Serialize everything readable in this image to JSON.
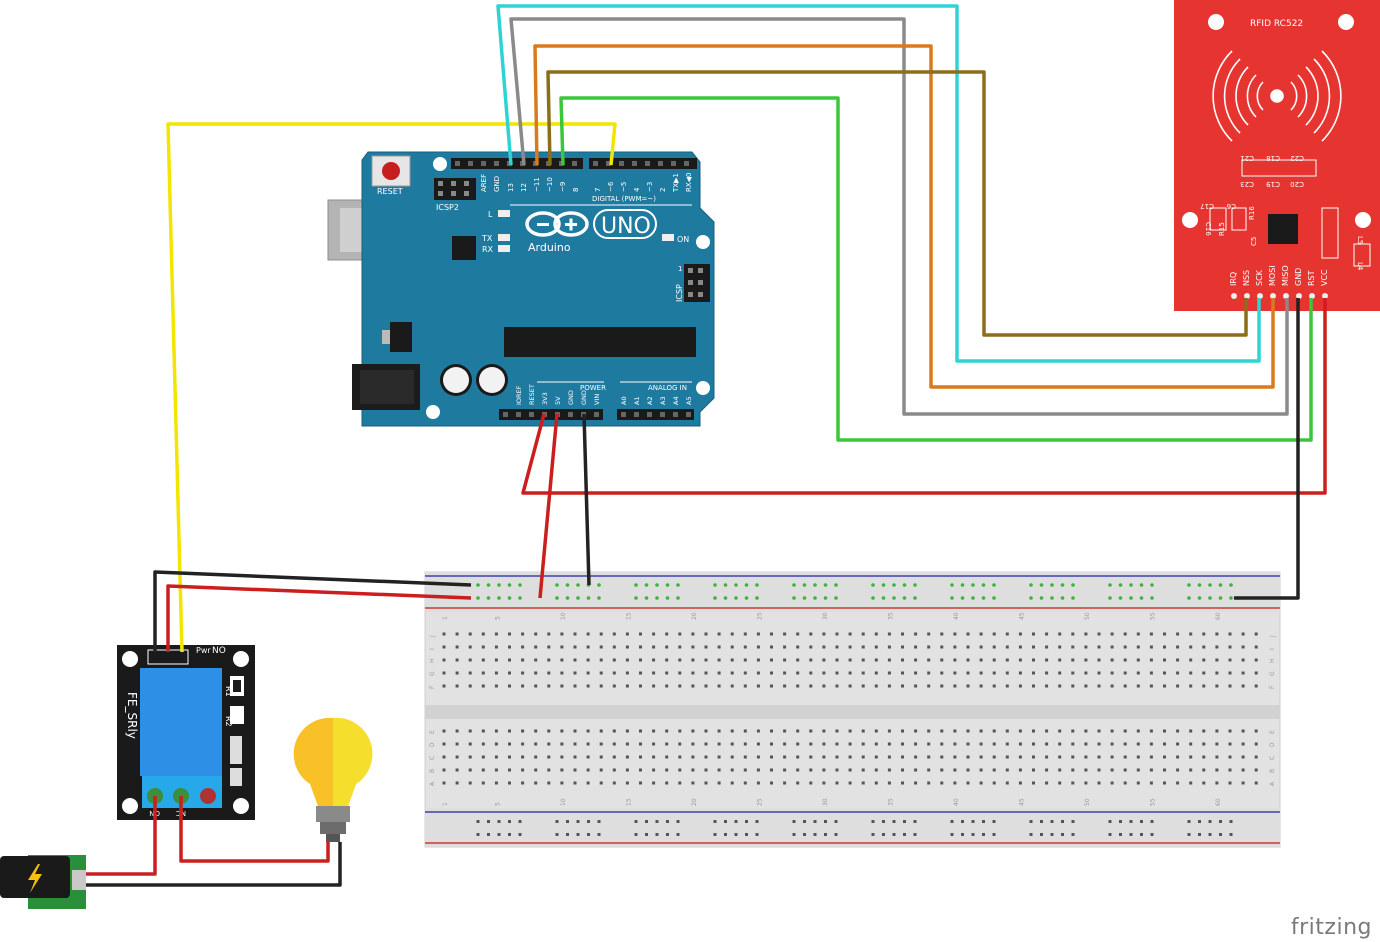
{
  "arduino": {
    "board": "UNO",
    "brand": "Arduino",
    "reset": "RESET",
    "icsp2": "ICSP2",
    "icsp": "ICSP",
    "digital_header": "DIGITAL (PWM=~)",
    "aref": "AREF",
    "gnd": "GND",
    "digital_pins": [
      "13",
      "12",
      "~11",
      "~10",
      "~9",
      "8",
      "7",
      "~6",
      "~5",
      "4",
      "~3",
      "2",
      "TX▶1",
      "RX◀0"
    ],
    "l": "L",
    "tx": "TX",
    "rx": "RX",
    "on": "ON",
    "one": "1",
    "power_header": "POWER",
    "power_pins": [
      "IOREF",
      "RESET",
      "3V3",
      "5V",
      "GND",
      "GND",
      "VIN"
    ],
    "analog_header": "ANALOG IN",
    "analog_pins": [
      "A0",
      "A1",
      "A2",
      "A3",
      "A4",
      "A5"
    ]
  },
  "rfid": {
    "title": "RFID RC522",
    "pins": [
      "IRQ",
      "NSS",
      "SCK",
      "MOSI",
      "MISO",
      "GND",
      "RST",
      "VCC"
    ],
    "components": [
      "C21",
      "C18",
      "C22",
      "C23",
      "C19",
      "C20",
      "C17",
      "C6",
      "R16",
      "R15",
      "C5",
      "C16",
      "L5",
      "L4"
    ]
  },
  "relay": {
    "name": "FE_SRly",
    "pwr": "Pwr",
    "no_top": "NO",
    "r1": "R1",
    "r2": "R2",
    "bottom_left": "ON",
    "bottom_mid": "NC"
  },
  "breadboard": {
    "col_numbers": [
      "1",
      "5",
      "10",
      "15",
      "20",
      "25",
      "30",
      "35",
      "40",
      "45",
      "50",
      "55",
      "60"
    ],
    "row_letters_top": [
      "J",
      "I",
      "H",
      "G",
      "F"
    ],
    "row_letters_bottom": [
      "E",
      "D",
      "C",
      "B",
      "A"
    ]
  },
  "watermark": "fritzing",
  "colors": {
    "arduino": "#1f7aa0",
    "rfid": "#e63430",
    "relay": "#1a1a1a",
    "relay_coil": "#2d8fe5",
    "breadboard": "#e4e4e4",
    "wire_yellow": "#f2e600",
    "wire_cyan": "#2fd3d3",
    "wire_gray": "#8a8a8a",
    "wire_orange": "#d87b1e",
    "wire_olive": "#8c6d1a",
    "wire_green": "#3cc63c",
    "wire_red": "#cc1e1e",
    "wire_black": "#222222"
  }
}
